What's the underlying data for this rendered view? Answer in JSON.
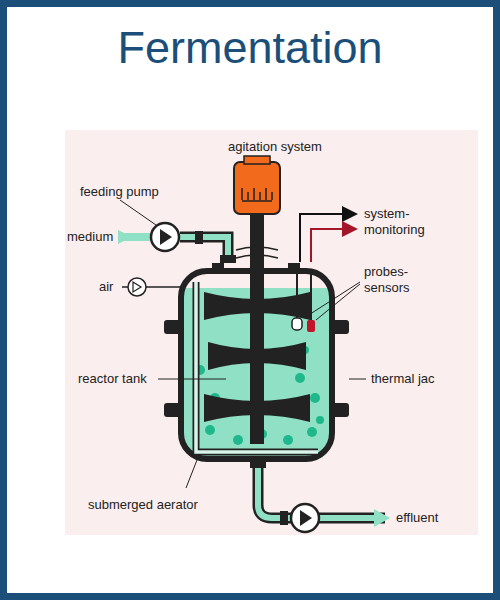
{
  "diagram": {
    "title": "Fermentation",
    "labels": [
      "agitation system",
      "feeding pump",
      "medium",
      "air",
      "system- monitoring",
      "probes- sensors",
      "reactor tank",
      "thermal jac",
      "submerged aerator",
      "effluent"
    ]
  }
}
